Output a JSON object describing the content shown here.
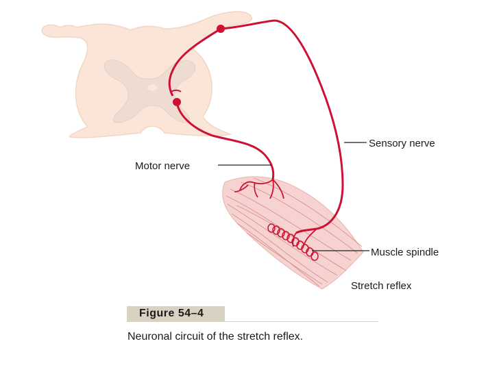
{
  "labels": {
    "sensory_nerve": "Sensory nerve",
    "motor_nerve": "Motor nerve",
    "muscle_spindle": "Muscle spindle",
    "stretch_reflex": "Stretch reflex"
  },
  "figure": {
    "number": "Figure 54–4",
    "caption": "Neuronal circuit of the stretch reflex."
  },
  "colors": {
    "nerve": "#cc1133",
    "spinal_cord": "#fbe5d9",
    "gray_matter": "#eedcd3",
    "muscle": "#f6d3d0",
    "muscle_fiber": "#d98f8f",
    "caption_box": "#d9d1c2"
  }
}
